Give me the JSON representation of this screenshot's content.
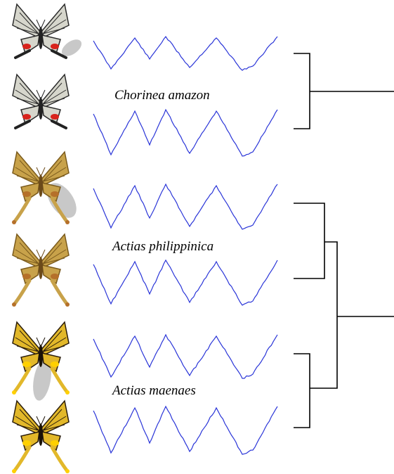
{
  "species": [
    {
      "name": "Chorinea amazon",
      "colors": {
        "wing": "#d6d6cc",
        "vein": "#2b2b2b",
        "accent": "#d8231c",
        "body": "#222222"
      }
    },
    {
      "name": "Actias philippinica",
      "colors": {
        "wing": "#c8a24a",
        "vein": "#7a5a1c",
        "accent": "#b5702a",
        "body": "#6b4a1a"
      }
    },
    {
      "name": "Actias maenaes",
      "colors": {
        "wing": "#e2b82a",
        "vein": "#2a1c0a",
        "accent": "#ffd000",
        "body": "#1a1208"
      }
    }
  ],
  "highlight_color": "#c8c8c8",
  "signal_color": "#2a35d8",
  "dendrogram_color": "#000000"
}
